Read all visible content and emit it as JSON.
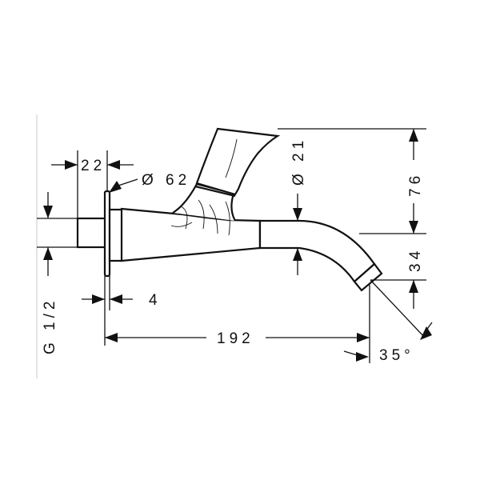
{
  "dimensions": {
    "depth_22": "22",
    "flange_diameter": "Ø 62",
    "thread": "G 1/2",
    "plate_thickness": "4",
    "projection_length": "192",
    "spout_diameter": "Ø 21",
    "total_height": "76",
    "spout_height": "34",
    "outlet_angle": "35°"
  }
}
